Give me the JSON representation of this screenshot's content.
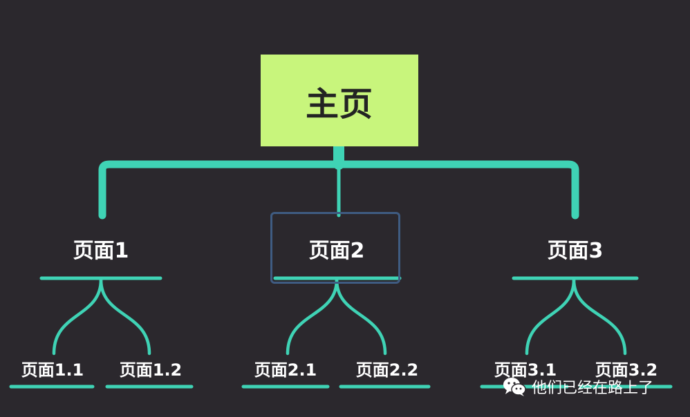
{
  "root": {
    "label": "主页"
  },
  "children": [
    {
      "label": "页面1",
      "children": [
        {
          "label": "页面1.1"
        },
        {
          "label": "页面1.2"
        }
      ]
    },
    {
      "label": "页面2",
      "highlighted": true,
      "children": [
        {
          "label": "页面2.1"
        },
        {
          "label": "页面2.2"
        }
      ]
    },
    {
      "label": "页面3",
      "children": [
        {
          "label": "页面3.1"
        },
        {
          "label": "页面3.2"
        }
      ]
    }
  ],
  "watermark": {
    "icon": "wechat-icon",
    "text": "他们已经在路上了"
  },
  "colors": {
    "background": "#2b282d",
    "root_fill": "#c8f57c",
    "connector": "#3fd3b5",
    "highlight_border": "#3f5c82",
    "text": "#ffffff"
  }
}
